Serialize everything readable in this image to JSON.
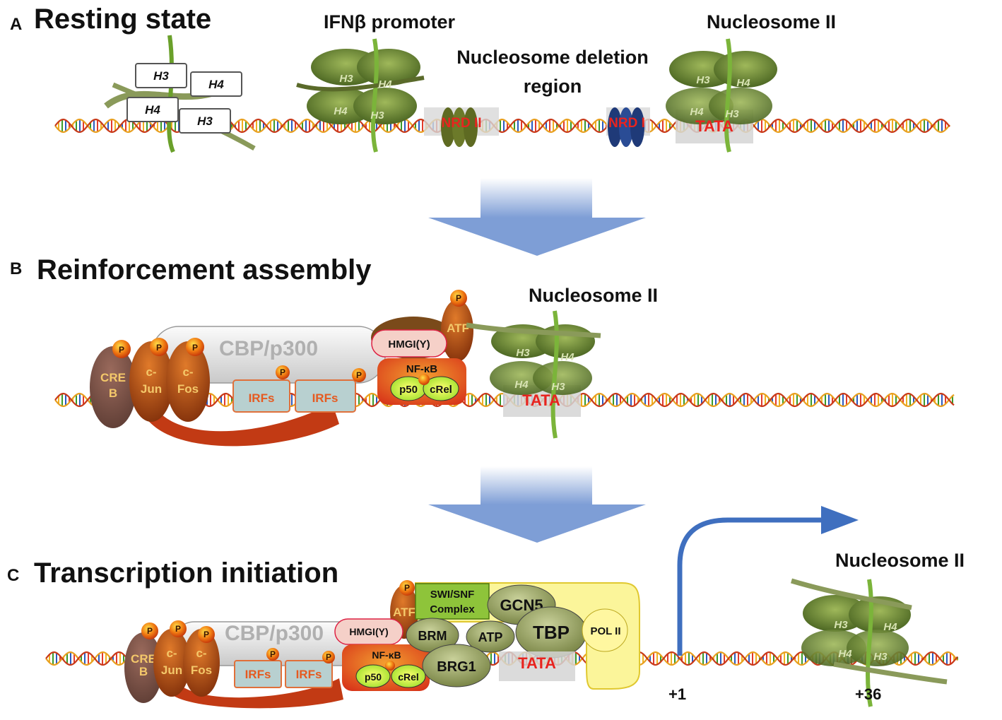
{
  "panels": {
    "a": {
      "letter": "A",
      "title": "Resting state",
      "promoter_label": "IFNβ promoter",
      "deletion_region_line1": "Nucleosome deletion",
      "deletion_region_line2": "region",
      "nucleosome_label": "Nucleosome II",
      "histones": [
        "H3",
        "H4",
        "H4",
        "H3"
      ],
      "nrd_left": "NRD II",
      "nrd_right": "NRD I",
      "tata": "TATA"
    },
    "b": {
      "letter": "B",
      "title": "Reinforcement assembly",
      "nucleosome_label": "Nucleosome II",
      "cbp": "CBP/p300",
      "hmgi": "HMGI(Y)",
      "atf": "ATF",
      "nfkb": "NF-κB",
      "p50": "p50",
      "crel": "cRel",
      "creb_line1": "CRE",
      "creb_line2": "B",
      "cjun_line1": "c-",
      "cjun_line2": "Jun",
      "cfos_line1": "c-",
      "cfos_line2": "Fos",
      "irf": "IRFs",
      "p": "P",
      "tata": "TATA"
    },
    "c": {
      "letter": "C",
      "title": "Transcription initiation",
      "nucleosome_label": "Nucleosome II",
      "cbp": "CBP/p300",
      "hmgi": "HMGI(Y)",
      "atf": "ATF",
      "nfkb": "NF-κB",
      "p50": "p50",
      "crel": "cRel",
      "creb_line1": "CRE",
      "creb_line2": "B",
      "cjun_line1": "c-",
      "cjun_line2": "Jun",
      "cfos_line1": "c-",
      "cfos_line2": "Fos",
      "irf": "IRFs",
      "p": "P",
      "swisnf_line1": "SWI/SNF",
      "swisnf_line2": "Complex",
      "gcn5": "GCN5",
      "brm": "BRM",
      "atp": "ATP",
      "tbp": "TBP",
      "pol2": "POL II",
      "brg1": "BRG1",
      "tata": "TATA",
      "pos_start": "+1",
      "pos_nuc": "+36"
    }
  },
  "colors": {
    "arrow": "#8aa8dc",
    "histone_green": "#5e7a2c",
    "cbp_grey": "#d6d6d6",
    "tf_brown": "#b5490f",
    "tss_arrow": "#3f6fbf"
  }
}
